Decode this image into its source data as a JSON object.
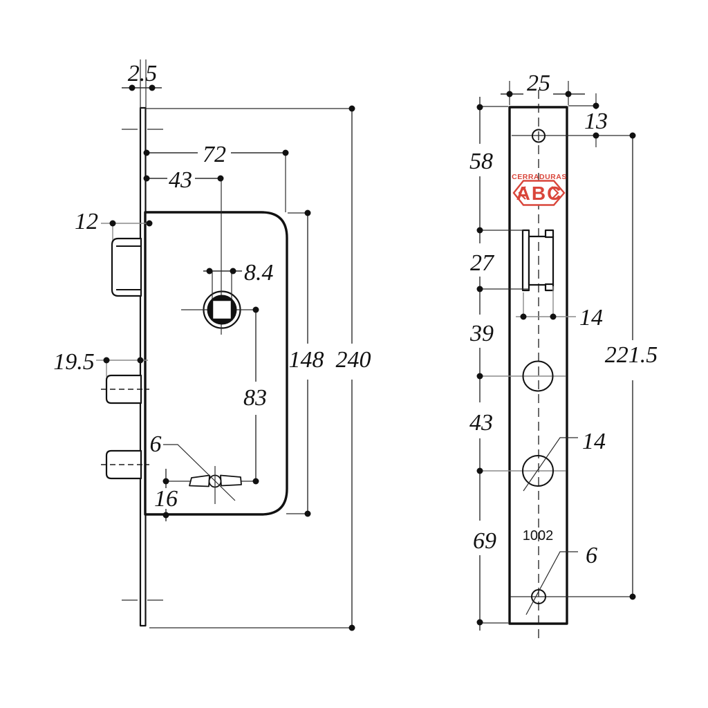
{
  "drawing": {
    "background": "#ffffff",
    "line_color": "#111111",
    "gray_line_color": "#8a8a8a",
    "logo_color": "#d9453a"
  },
  "side_view": {
    "name": "lock body side view",
    "dims": {
      "faceplate_thickness": "2.5",
      "body_depth": "72",
      "backset": "43",
      "latch_offset": "12",
      "spindle_square": "8.4",
      "deadbolt_offset": "19.5",
      "body_height": "148",
      "faceplate_length": "240",
      "spindle_to_keyhole": "83",
      "keyhole_diameter": "6",
      "keyhole_to_bottom": "16"
    }
  },
  "front_view": {
    "name": "faceplate front view",
    "model": "1002",
    "logo": {
      "line1": "CERRADURAS",
      "line2": "ABC"
    },
    "dims": {
      "faceplate_width": "25",
      "top_hole_offset": "13",
      "top_to_latch": "58",
      "latch_cutout_height": "27",
      "latch_cutout_width": "14",
      "latch_to_spindle": "39",
      "hole_spacing": "221.5",
      "spindle_to_cylinder": "43",
      "cylinder_hole_diameter": "14",
      "cylinder_to_bottom": "69",
      "bottom_hole_diameter": "6"
    }
  }
}
